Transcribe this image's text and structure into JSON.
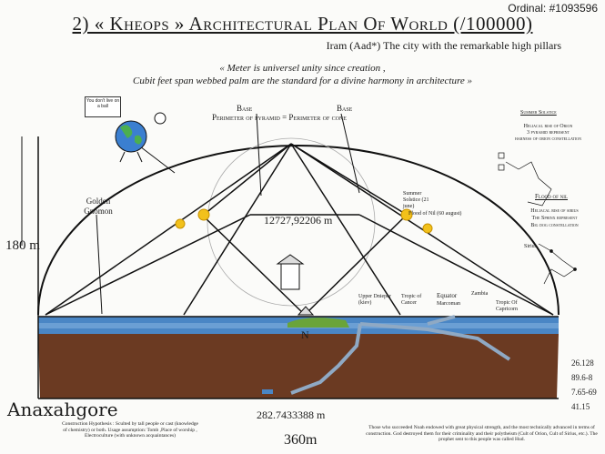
{
  "header": {
    "ordinal": "Ordinal: #1093596",
    "title": "2) « Kheops » Architectural Plan Of World (/100000)",
    "subtitle": "Iram (Aad*) The city with the remarkable high pillars",
    "quote_line1": "« Meter is universel unity since creation ,",
    "quote_line2": "Cubit feet span webbed palm are the standard  for a divine harmony in architecture »"
  },
  "earth_cartoon": {
    "speech": "You don't live on a ball",
    "icon": "earth-globe-icon"
  },
  "labels": {
    "golden_gnomon": "Golden Gnomon",
    "base_left": "Base",
    "base_right": "Base",
    "perimeter_eq": "Perimeter of pyramid  =  Perimeter of cone",
    "height": "180 m",
    "width": "360m",
    "diagonal": "12727,92206 m",
    "base_perimeter": "282.7433388 m",
    "north": "N",
    "author": "Anaxahgore",
    "summer_solstice_small": "Summer Solstice (21 june)",
    "flood_nil_small": "Flood of Nil (60 august)",
    "upper_dnieper": "Upper Dnieper (kiev)",
    "tropic_cancer": "Tropic of Cancer",
    "equator": "Equator",
    "equator_sub": "Marcoman",
    "zambia": "Zambia",
    "tropic_capricorn": "Tropic Of Capricorn"
  },
  "right_panel": {
    "summer_title": "Summer Solstice",
    "summer_l1": "Heliacal rise of Orion",
    "summer_l2": "3 pyramid represent",
    "summer_l3": "harness of orion constellation",
    "flood_title": "Flood of nil",
    "flood_l1": "Heliacal rise of sirius",
    "flood_l2": "The Sphinx represent",
    "flood_l3": "Big dog constellation",
    "sirius": "Sirius"
  },
  "right_numbers": [
    "26.128",
    "89.6-8",
    "7.65-69",
    "41.15"
  ],
  "footer": {
    "left": "Construction Hypothesis : Sculted by tall people or cast (knowledge of chemistry) or both. Usage assumption: Tomb ,Place of worship , Electroculture (with unknown acquaintances)",
    "right": "Those who succeeded Noah endowed with great physical strength, and the most technically advanced in terms of construction. God destroyed them for their criminality and their polytheism (Cult of Orion, Cult of Sirius, etc.). The prophet sent to this people was called Hud."
  },
  "colors": {
    "sea": "#4a86c5",
    "soil": "#6b3a22",
    "sun": "#f2c11b",
    "grass": "#6aa43a",
    "tunnel": "#8fa9c4"
  }
}
